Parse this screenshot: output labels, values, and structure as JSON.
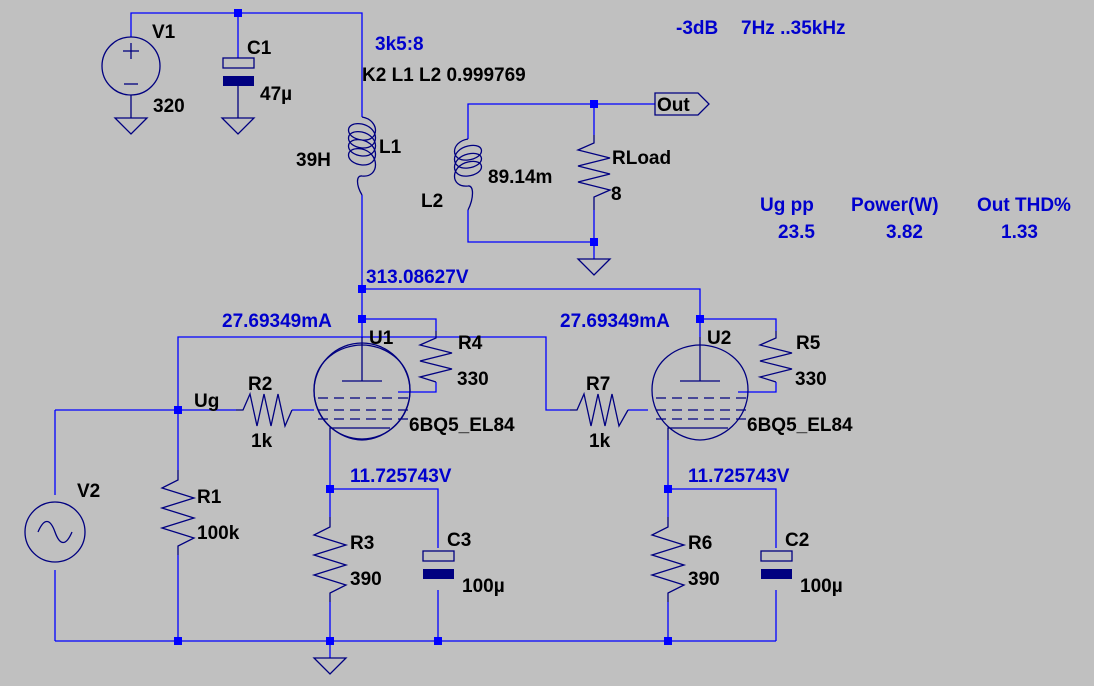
{
  "title": {
    "band": "-3dB",
    "range": "7Hz ..35kHz"
  },
  "transformer": {
    "ratio": "3k5:8",
    "coupling": "K2 L1 L2 0.999769"
  },
  "supply": {
    "name": "V1",
    "value": "320"
  },
  "c1": {
    "name": "C1",
    "value": "47µ"
  },
  "l1": {
    "name": "L1",
    "value": "39H"
  },
  "l2": {
    "name": "L2",
    "value": "89.14m"
  },
  "rload": {
    "name": "RLoad",
    "value": "8"
  },
  "out_label": "Out",
  "results": {
    "headers": [
      "Ug pp",
      "Power(W)",
      "Out THD%"
    ],
    "values": [
      "23.5",
      "3.82",
      "1.33"
    ]
  },
  "node_b_plus": "313.08627V",
  "u1": {
    "name": "U1",
    "model": "6BQ5_EL84",
    "anode_current": "27.69349mA",
    "cathode_v": "11.725743V"
  },
  "u2": {
    "name": "U2",
    "model": "6BQ5_EL84",
    "anode_current": "27.69349mA",
    "cathode_v": "11.725743V"
  },
  "r1": {
    "name": "R1",
    "value": "100k"
  },
  "r2": {
    "name": "R2",
    "value": "1k"
  },
  "r3": {
    "name": "R3",
    "value": "390"
  },
  "r4": {
    "name": "R4",
    "value": "330"
  },
  "r5": {
    "name": "R5",
    "value": "330"
  },
  "r6": {
    "name": "R6",
    "value": "390"
  },
  "r7": {
    "name": "R7",
    "value": "1k"
  },
  "c2": {
    "name": "C2",
    "value": "100µ"
  },
  "c3": {
    "name": "C3",
    "value": "100µ"
  },
  "v2": {
    "name": "V2"
  },
  "ug_label": "Ug"
}
